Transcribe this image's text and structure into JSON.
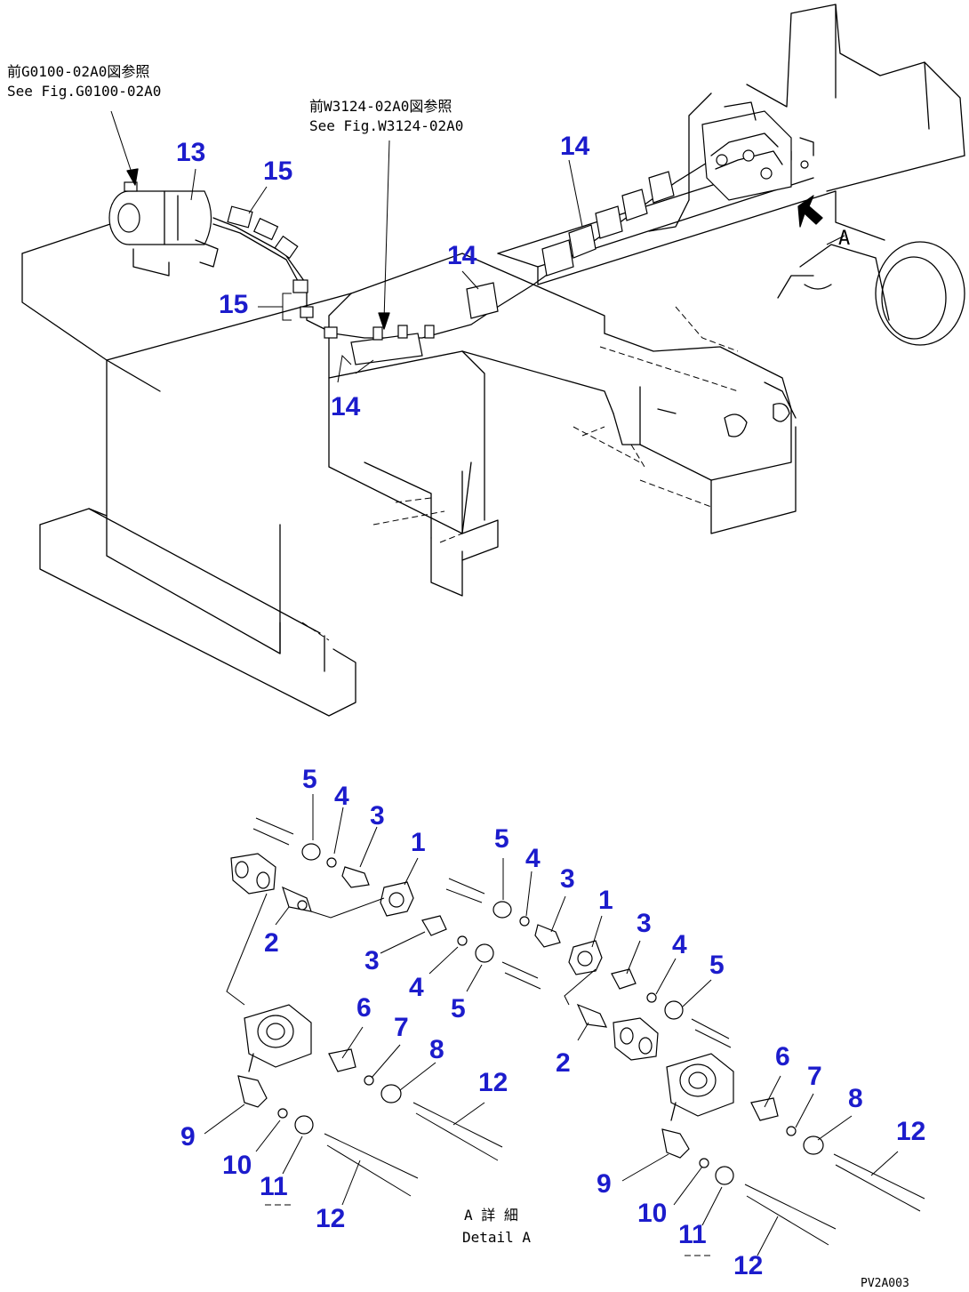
{
  "references": {
    "ref1_line1": "前G0100-02A0図参照",
    "ref1_line2": "See Fig.G0100-02A0",
    "ref2_line1": "前W3124-02A0図参照",
    "ref2_line2": "See Fig.W3124-02A0"
  },
  "view_label": "A",
  "detail": {
    "line1": "A 詳 細",
    "line2": "Detail A"
  },
  "drawing_code": "PV2A003",
  "upper_callouts": [
    "13",
    "15",
    "15",
    "14",
    "14",
    "14"
  ],
  "lower_callouts": [
    "5",
    "4",
    "3",
    "1",
    "2",
    "3",
    "4",
    "5",
    "6",
    "7",
    "8",
    "12",
    "9",
    "10",
    "11",
    "12",
    "5",
    "4",
    "3",
    "1",
    "3",
    "4",
    "5",
    "2",
    "6",
    "7",
    "8",
    "12",
    "9",
    "10",
    "11",
    "12"
  ],
  "colors": {
    "callout": "#1c1ccc",
    "line": "#000000",
    "background": "#ffffff"
  }
}
